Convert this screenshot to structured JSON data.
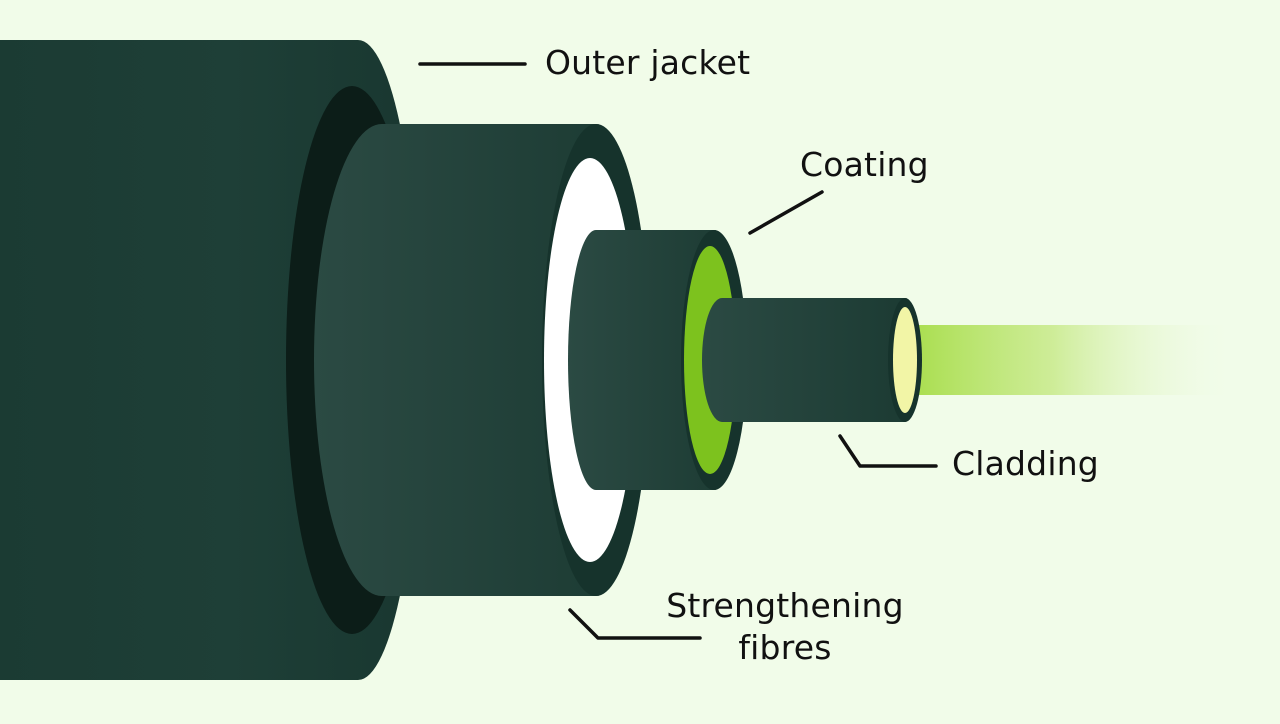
{
  "labels": {
    "outer_jacket": "Outer jacket",
    "coating": "Coating",
    "cladding": "Cladding",
    "strengthening_line1": "Strengthening",
    "strengthening_line2": "fibres"
  },
  "colors": {
    "background": "#f1fce9",
    "jacket_dark": "#1b3b33",
    "jacket_shadow": "#0c1d18",
    "strength_fibres": "#ffffff",
    "coating_green": "#7dc21e",
    "core_glow": "#f2f5a6",
    "light_beam": "#a7dd4a",
    "leader_line": "#111111"
  }
}
